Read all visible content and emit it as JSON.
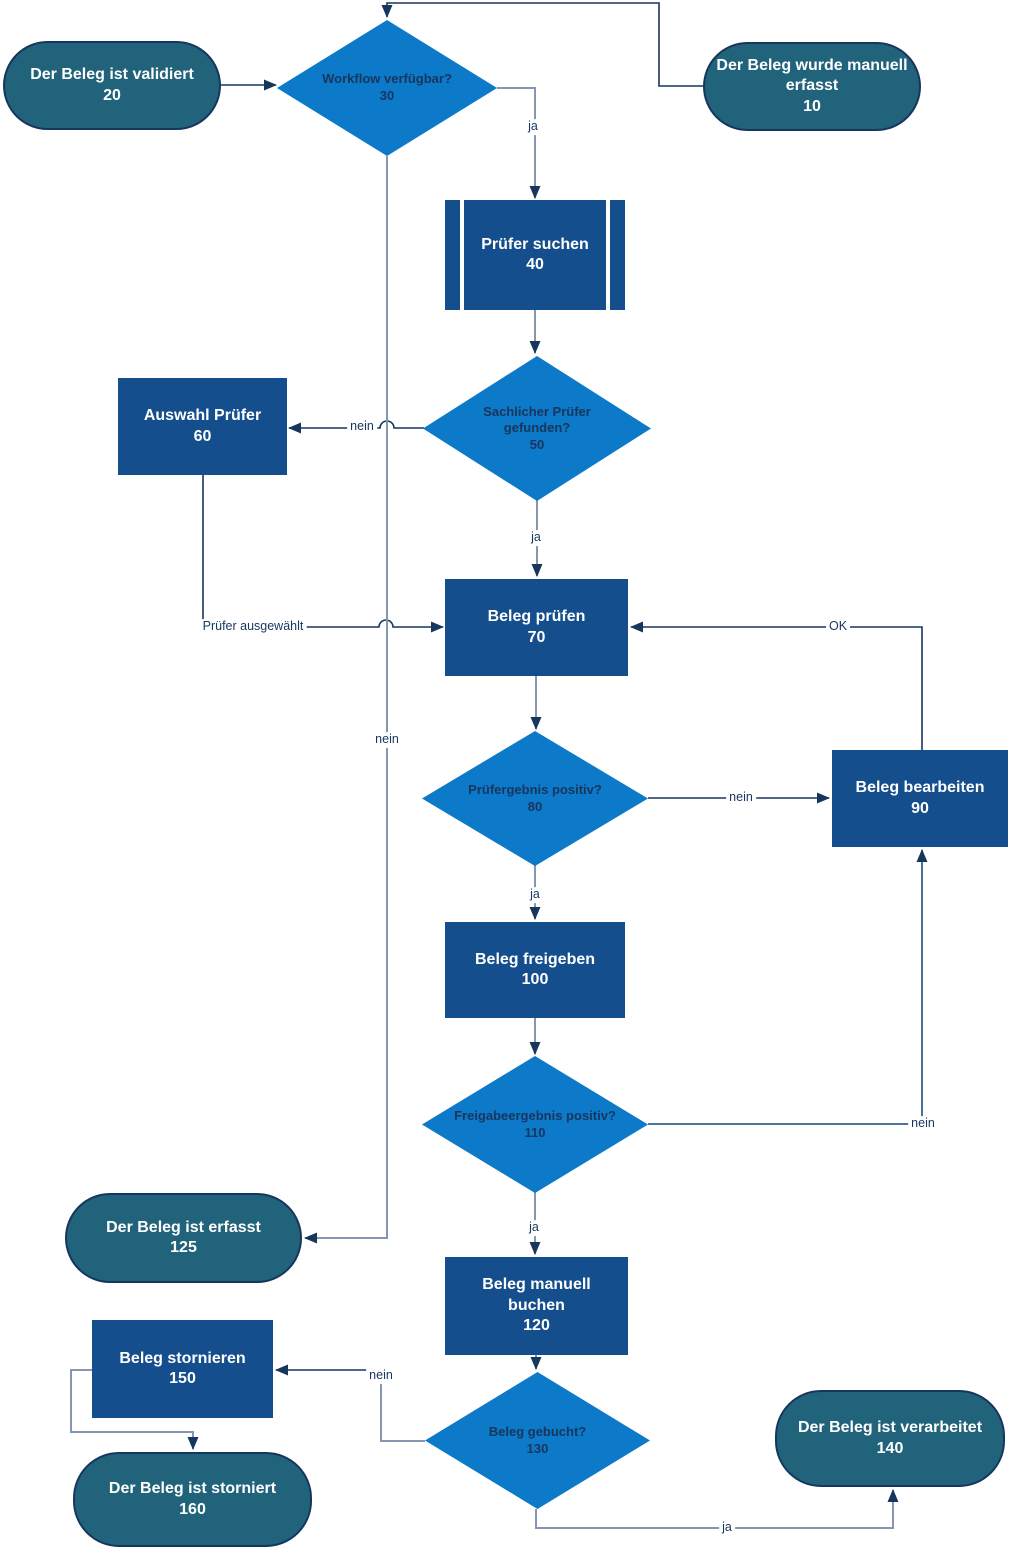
{
  "diagram": {
    "nodes": {
      "event20": {
        "label": "Der Beleg ist validiert",
        "id": "20"
      },
      "decision30": {
        "label": "Workflow verfügbar?",
        "id": "30"
      },
      "event10": {
        "label": "Der Beleg wurde manuell erfasst",
        "id": "10"
      },
      "process40": {
        "label": "Prüfer suchen",
        "id": "40"
      },
      "decision50": {
        "label": "Sachlicher Prüfer gefunden?",
        "id": "50"
      },
      "process60": {
        "label": "Auswahl Prüfer",
        "id": "60"
      },
      "process70": {
        "label": "Beleg prüfen",
        "id": "70"
      },
      "decision80": {
        "label": "Prüfergebnis positiv?",
        "id": "80"
      },
      "process90": {
        "label": "Beleg bearbeiten",
        "id": "90"
      },
      "process100": {
        "label": "Beleg freigeben",
        "id": "100"
      },
      "decision110": {
        "label": "Freigabeergebnis positiv?",
        "id": "110"
      },
      "event125": {
        "label": "Der Beleg ist erfasst",
        "id": "125"
      },
      "process120": {
        "label": "Beleg manuell buchen",
        "id": "120"
      },
      "decision130": {
        "label": "Beleg gebucht?",
        "id": "130"
      },
      "process150": {
        "label": "Beleg stornieren",
        "id": "150"
      },
      "event160": {
        "label": "Der Beleg ist storniert",
        "id": "160"
      },
      "event140": {
        "label": "Der Beleg ist verarbeitet",
        "id": "140"
      }
    },
    "edge_labels": {
      "e30_40": "ja",
      "e50_60": "nein",
      "e50_70": "ja",
      "e60_70": "Prüfer ausgewählt",
      "e80_90": "nein",
      "e90_70": "OK",
      "e80_100": "ja",
      "e110_90": "nein",
      "e110_120": "ja",
      "e30_125": "nein",
      "e130_150": "nein",
      "e130_140": "ja"
    },
    "colors": {
      "event_fill": "#21637B",
      "process_fill": "#154E8D",
      "decision_fill": "#0D79C9",
      "edge_dark": "#17365D",
      "edge_light": "#8496B0",
      "edge_mid": "#36608F",
      "label_text": "#17365D"
    }
  }
}
